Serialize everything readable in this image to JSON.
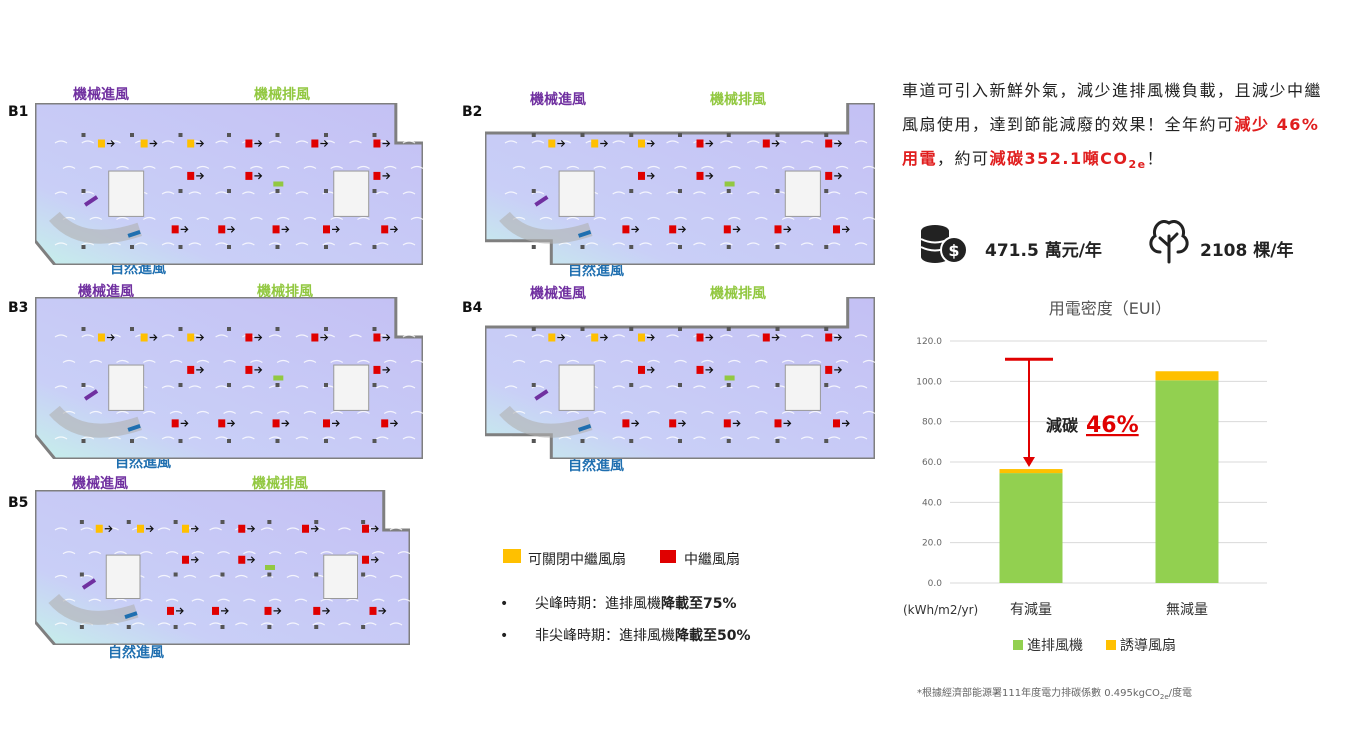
{
  "floors": [
    {
      "id": "B1",
      "mech_in": "機械進風",
      "mech_out": "機械排風",
      "natural": "自然進風"
    },
    {
      "id": "B2",
      "mech_in": "機械進風",
      "mech_out": "機械排風",
      "natural": "自然進風"
    },
    {
      "id": "B3",
      "mech_in": "機械進風",
      "mech_out": "機械排風",
      "natural": "自然進風"
    },
    {
      "id": "B4",
      "mech_in": "機械進風",
      "mech_out": "機械排風",
      "natural": "自然進風"
    },
    {
      "id": "B5",
      "mech_in": "機械進風",
      "mech_out": "機械排風",
      "natural": "自然進風"
    }
  ],
  "fan_legend": {
    "switchable": "可關閉中繼風扇",
    "relay": "中繼風扇",
    "switchable_color": "#ffc000",
    "relay_color": "#e00000"
  },
  "bullets": [
    {
      "prefix": "尖峰時期：進排風機",
      "bold": "降載至75%"
    },
    {
      "prefix": "非尖峰時期：進排風機",
      "bold": "降載至50%"
    }
  ],
  "summary": {
    "line_a": "車道可引入新鮮外氣，減少進排風機負載，且減少中繼風扇使用，達到節能減廢的效果！全年約可",
    "red_a": "減少 46%用電",
    "mid": "，約可",
    "red_b": "減碳352.1噸CO",
    "red_b_sub": "2e",
    "end": "！"
  },
  "stats": {
    "money": "471.5 萬元/年",
    "money_icon": "coins-dollar-icon",
    "trees": "2108 棵/年",
    "tree_icon": "tree-icon"
  },
  "chart_data": {
    "type": "bar",
    "stacked": true,
    "title": "用電密度（EUI）",
    "ylabel": "(kWh/m2/yr)",
    "categories": [
      "有減量",
      "無減量"
    ],
    "series": [
      {
        "name": "進排風機",
        "values": [
          54.5,
          100.5
        ],
        "color": "#92d050"
      },
      {
        "name": "誘導風扇",
        "values": [
          2.0,
          4.5
        ],
        "color": "#ffc000"
      }
    ],
    "ylim": [
      0,
      120
    ],
    "yticks": [
      "0.0",
      "20.0",
      "40.0",
      "60.0",
      "80.0",
      "100.0",
      "120.0"
    ],
    "annotation_label": "減碳",
    "annotation_value": "46%",
    "legend": "bottom",
    "grid": true
  },
  "footnote": {
    "text": "*根據經濟部能源署111年度電力排碳係數 0.495kgCO",
    "sub": "2e",
    "end": "/度電"
  }
}
